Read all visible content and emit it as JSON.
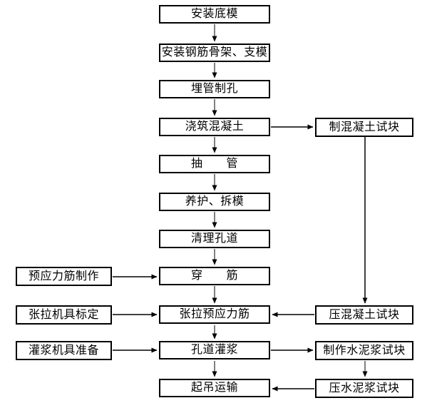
{
  "diagram": {
    "main": [
      {
        "label": "安装底模"
      },
      {
        "label": "安装钢筋骨架、支模"
      },
      {
        "label": "埋管制孔"
      },
      {
        "label": "浇筑混凝土"
      },
      {
        "label": "抽　　管"
      },
      {
        "label": "养护、拆模"
      },
      {
        "label": "清理孔道"
      },
      {
        "label": "穿　　筋"
      },
      {
        "label": "张拉预应力筋"
      },
      {
        "label": "孔道灌浆"
      },
      {
        "label": "起吊运输"
      }
    ],
    "left": [
      {
        "label": "预应力筋制作"
      },
      {
        "label": "张拉机具标定"
      },
      {
        "label": "灌浆机具准备"
      }
    ],
    "right": [
      {
        "label": "制混凝土试块"
      },
      {
        "label": "压混凝土试块"
      },
      {
        "label": "制作水泥浆试块"
      },
      {
        "label": "压水泥浆试块"
      }
    ],
    "colors": {
      "border": "#000000",
      "background": "#ffffff",
      "text": "#000000",
      "arrow": "#000000"
    }
  }
}
